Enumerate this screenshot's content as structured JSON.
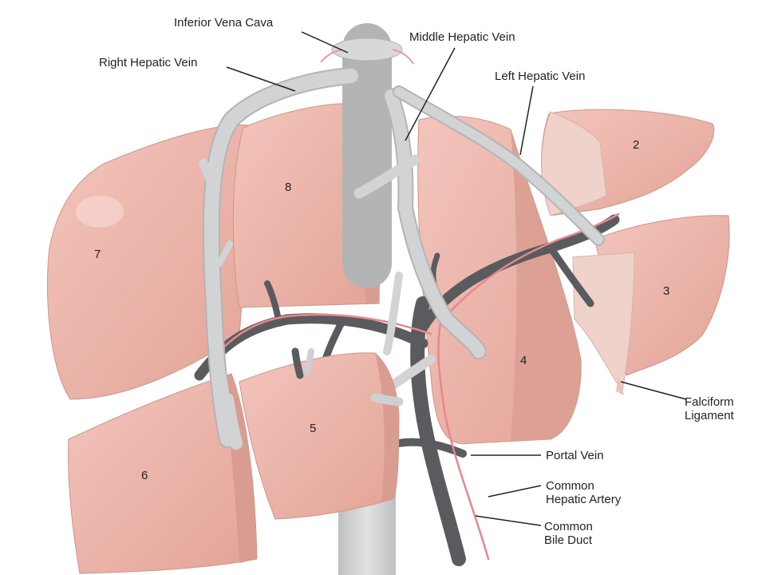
{
  "labels": {
    "ivc": "Inferior Vena Cava",
    "middle_hepatic_vein": "Middle Hepatic Vein",
    "right_hepatic_vein": "Right Hepatic Vein",
    "left_hepatic_vein": "Left Hepatic Vein",
    "falciform_line1": "Falciform",
    "falciform_line2": "Ligament",
    "portal_vein": "Portal Vein",
    "hepatic_artery_line1": "Common",
    "hepatic_artery_line2": "Hepatic Artery",
    "bile_duct_line1": "Common",
    "bile_duct_line2": "Bile Duct"
  },
  "segments": [
    "2",
    "3",
    "4",
    "5",
    "6",
    "7",
    "8"
  ],
  "colors": {
    "liver": "#eab1a7",
    "liver_shade": "#d89a8f",
    "vein": "#cfd0d2",
    "vein_edge": "#b3b4b6",
    "portal": "#5a5b5e",
    "artery": "#e8878c",
    "ligament": "#efd2c9",
    "leader": "#222222"
  }
}
